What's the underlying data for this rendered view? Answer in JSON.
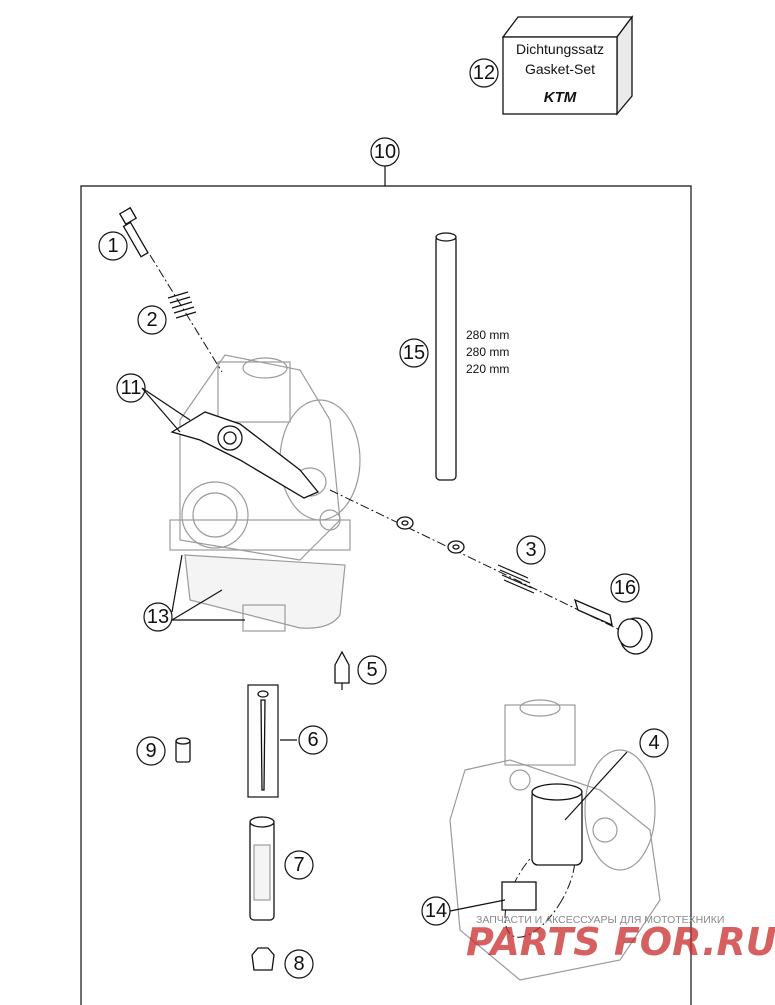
{
  "gasket_box": {
    "line1": "Dichtungssatz",
    "line2": "Gasket-Set",
    "logo": "KTM"
  },
  "callouts": {
    "c1": "1",
    "c2": "2",
    "c3": "3",
    "c4": "4",
    "c5": "5",
    "c6": "6",
    "c7": "7",
    "c8": "8",
    "c9": "9",
    "c10": "10",
    "c11": "11",
    "c12": "12",
    "c13": "13",
    "c14": "14",
    "c15": "15",
    "c16": "16"
  },
  "hose_lengths": [
    "280 mm",
    "280 mm",
    "220 mm"
  ],
  "watermark": {
    "tagline": "ЗАПЧАСТИ И АКСЕССУАРЫ ДЛЯ МОТОТЕХНИКИ",
    "brand": "PARTS FOR.RU"
  }
}
